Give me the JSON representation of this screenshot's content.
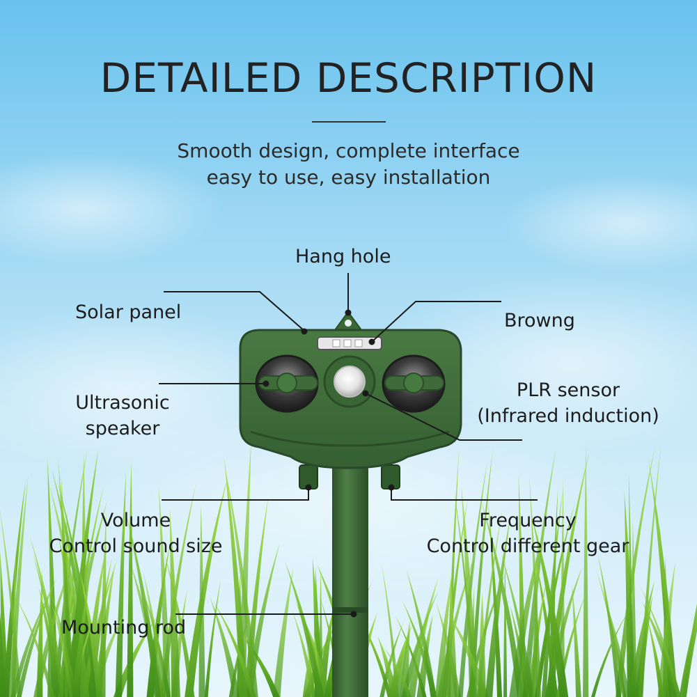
{
  "header": {
    "title": "DETAILED DESCRIPTION",
    "subtitle_line1": "Smooth design, complete interface",
    "subtitle_line2": "easy to use, easy installation"
  },
  "labels": {
    "hang_hole": "Hang hole",
    "solar_panel": "Solar panel",
    "browng": "Browng",
    "ultrasonic_line1": "Ultrasonic",
    "ultrasonic_line2": "speaker",
    "plr_line1": "PLR sensor",
    "plr_line2": "(Infrared induction)",
    "volume_line1": "Volume",
    "volume_line2": "Control sound size",
    "frequency_line1": "Frequency",
    "frequency_line2": "Control different gear",
    "mounting_rod": "Mounting rod"
  },
  "colors": {
    "device_green": "#3f6b3a",
    "device_dark": "#2d5129",
    "grass_green": "#7ec93a",
    "leader_line": "#1a1a1a"
  }
}
